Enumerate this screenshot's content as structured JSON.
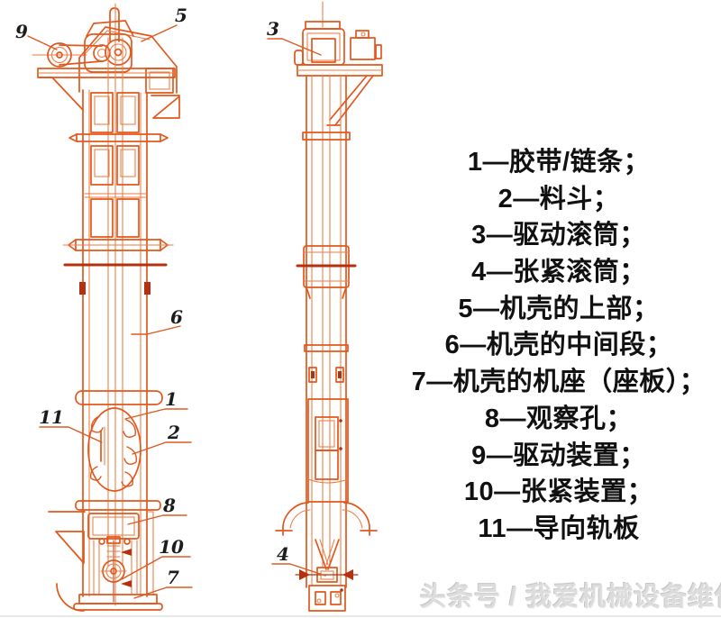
{
  "colors": {
    "line_orange": "#e2571c",
    "line_dark_red": "#b5300f",
    "callout_number": "#1c1c1c",
    "legend_text": "#111111",
    "watermark_gray": "#dcdcdc",
    "background": "#ffffff"
  },
  "diagram": {
    "description": "bucket elevator, front and side elevation line drawings",
    "callouts": [
      {
        "num": "9"
      },
      {
        "num": "5"
      },
      {
        "num": "6"
      },
      {
        "num": "11"
      },
      {
        "num": "1"
      },
      {
        "num": "2"
      },
      {
        "num": "8"
      },
      {
        "num": "10"
      },
      {
        "num": "7"
      },
      {
        "num": "3"
      },
      {
        "num": "4"
      }
    ]
  },
  "legend": {
    "items": [
      {
        "text": "1—胶带/链条；"
      },
      {
        "text": "2—料斗；"
      },
      {
        "text": "3—驱动滚筒；"
      },
      {
        "text": "4—张紧滚筒；"
      },
      {
        "text": "5—机壳的上部；"
      },
      {
        "text": "6—机壳的中间段；"
      },
      {
        "text": "7—机壳的机座（座板）；"
      },
      {
        "text": "8—观察孔；"
      },
      {
        "text": "9—驱动装置；"
      },
      {
        "text": "10—张紧装置；"
      },
      {
        "text": "11—导向轨板"
      }
    ]
  },
  "watermark": {
    "text": "头条号 / 我爱机械设备维保"
  }
}
